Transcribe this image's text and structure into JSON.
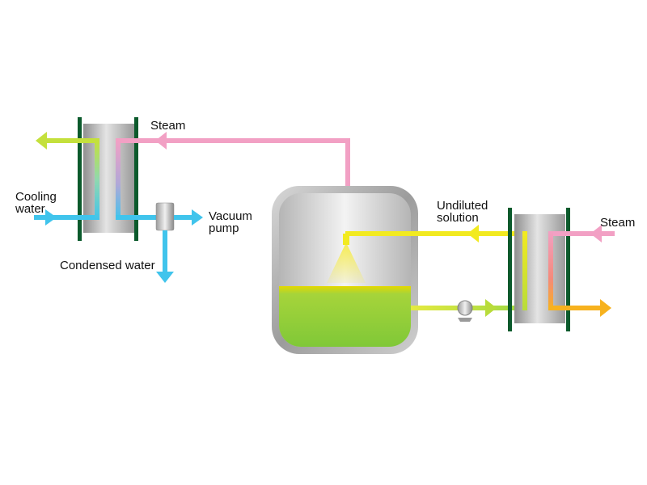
{
  "labels": {
    "steam_left": "Steam",
    "cooling_water_line1": "Cooling",
    "cooling_water_line2": "water",
    "vacuum_pump_line1": "Vacuum",
    "vacuum_pump_line2": "pump",
    "condensed_water": "Condensed water",
    "undiluted_solution_line1": "Undiluted",
    "undiluted_solution_line2": "solution",
    "steam_right": "Steam"
  },
  "colors": {
    "steam": "#f2a0c4",
    "cooling_water": "#40c4ec",
    "solution": "#f2ea20",
    "concentrate": "#b8dc3a",
    "hot_outlet": "#f7b21e",
    "condenser_plate": "#0b5a2c",
    "liquid": "#8cd13a"
  }
}
